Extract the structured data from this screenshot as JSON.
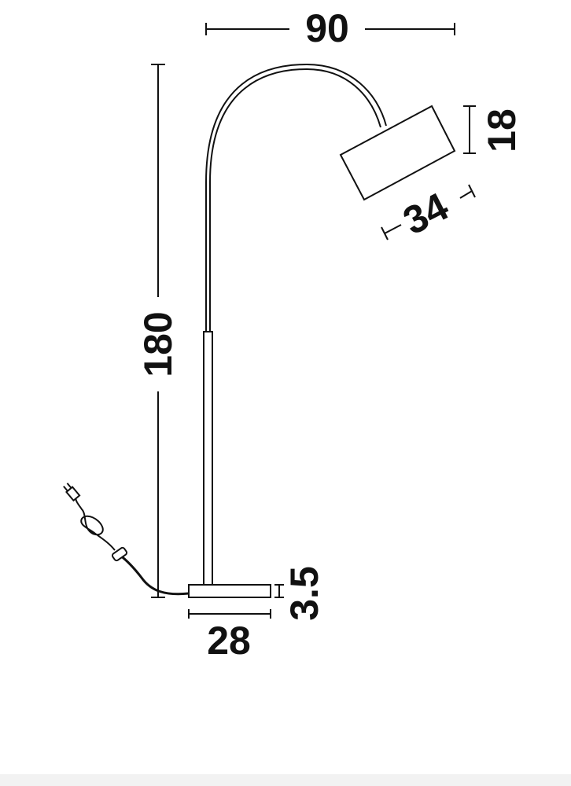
{
  "dimensions": {
    "arc_width": "90",
    "shade_height": "18",
    "shade_diameter": "34",
    "total_height": "180",
    "base_height": "3.5",
    "base_diameter": "28"
  },
  "colors": {
    "ink": "#111111",
    "background": "#ffffff",
    "shade_fill": "#ffffff",
    "bottom_strip": "#f2f2f2"
  },
  "icons": {
    "plug": "plug-icon",
    "switch": "inline-switch-icon"
  }
}
